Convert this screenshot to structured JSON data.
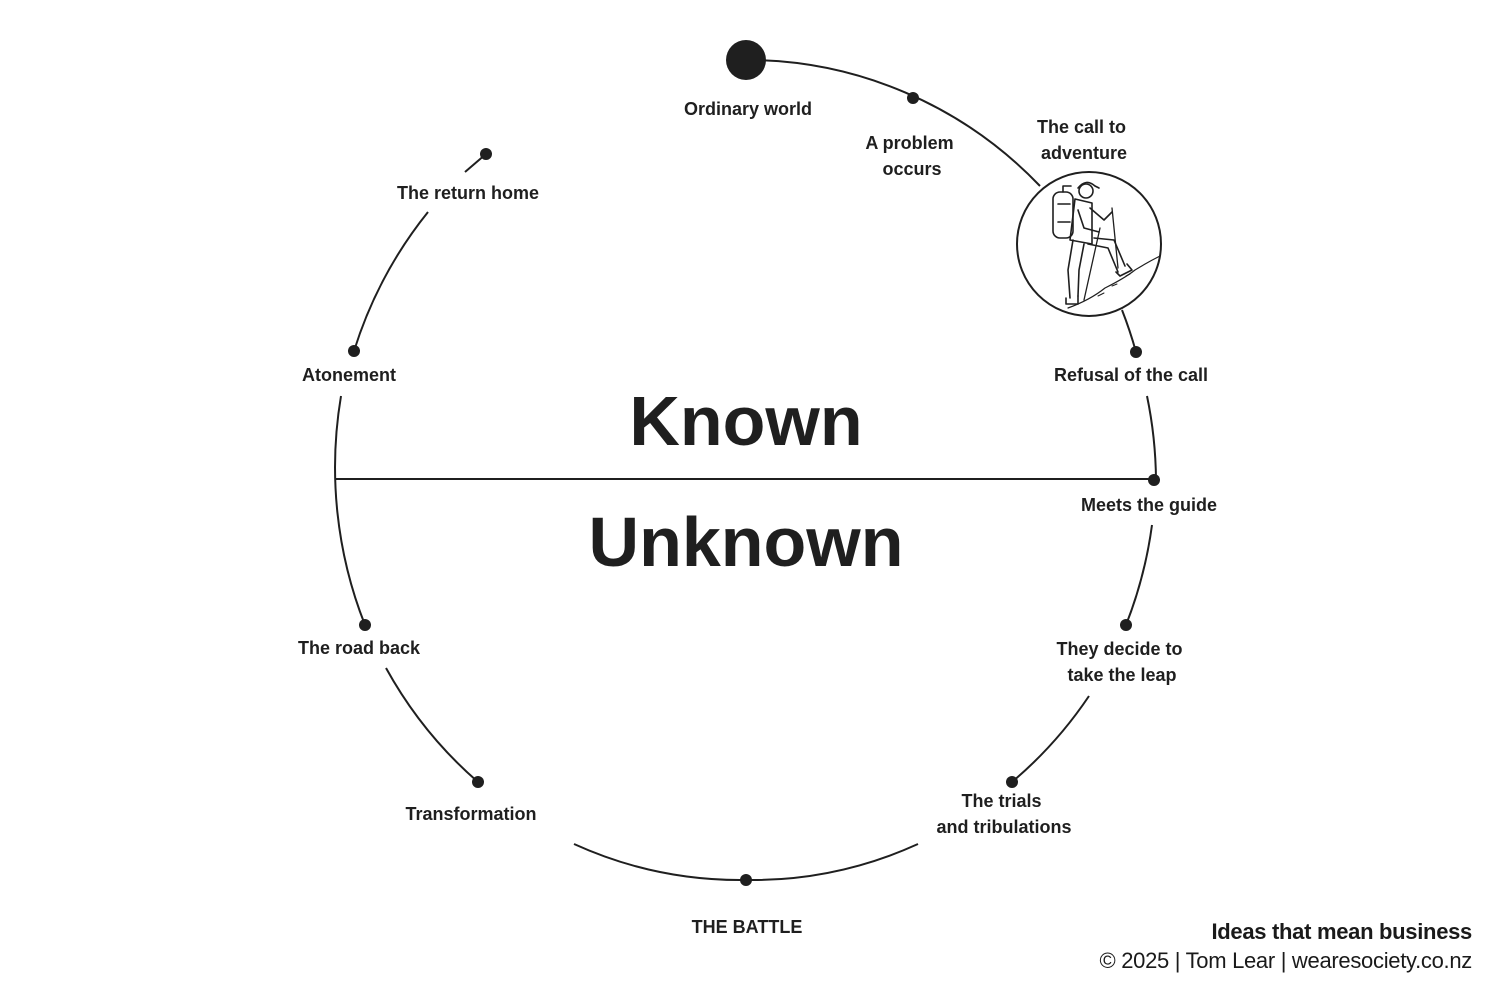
{
  "diagram": {
    "upper_half": "Known",
    "lower_half": "Unknown",
    "stages": {
      "ordinary_world": "Ordinary world",
      "a_problem_occurs": [
        "A problem",
        "occurs"
      ],
      "call_to_adventure": [
        "The call to",
        "adventure"
      ],
      "refusal_of_the_call": "Refusal of the call",
      "meets_the_guide": "Meets the guide",
      "decide_to_leap": [
        "They decide to",
        "take the leap"
      ],
      "trials_and_tribulations": [
        "The trials",
        "and tribulations"
      ],
      "the_battle": "THE BATTLE",
      "transformation": "Transformation",
      "the_road_back": "The road back",
      "atonement": "Atonement",
      "the_return_home": "The return home"
    },
    "illustration": "hiker-icon"
  },
  "footer": {
    "tagline": "Ideas that mean business",
    "credit": "© 2025 | Tom Lear | wearesociety.co.nz"
  },
  "colors": {
    "ink": "#1f1f1f",
    "background": "#ffffff"
  }
}
